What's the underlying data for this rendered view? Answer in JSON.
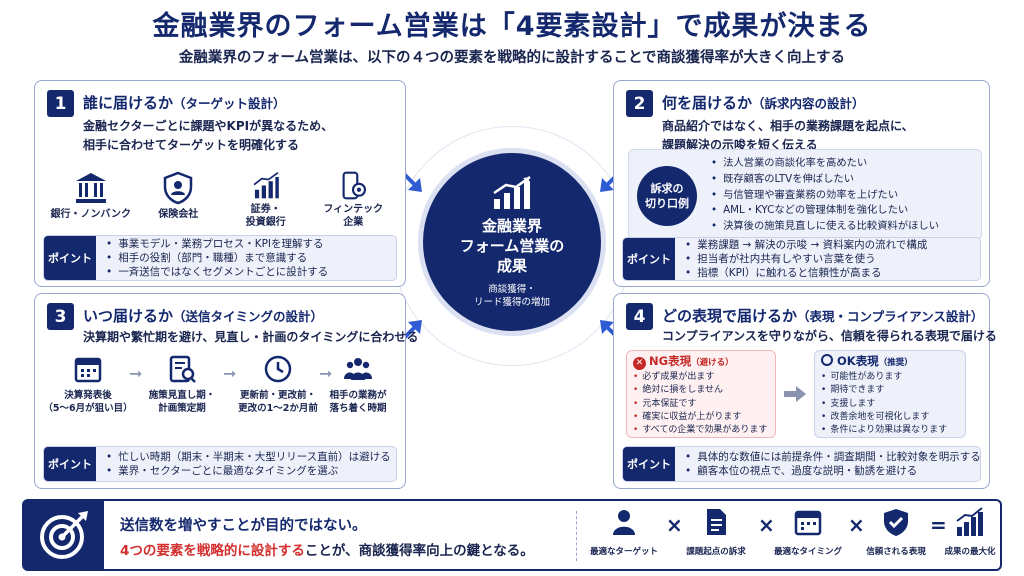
{
  "title": "金融業界のフォーム営業は「4要素設計」で成果が決まる",
  "subtitle": "金融業界のフォーム営業は、以下の４つの要素を戦略的に設計することで商談獲得率が大きく向上する",
  "center": {
    "title_line1": "金融業界",
    "title_line2": "フォーム営業の",
    "title_line3": "成果",
    "sub_line1": "商談獲得・",
    "sub_line2": "リード獲得の増加"
  },
  "point_label": "ポイント",
  "panel1": {
    "num": "1",
    "heading": "誰に届けるか",
    "heading_sub": "（ターゲット設計）",
    "desc_line1": "金融セクターごとに課題やKPIが異なるため、",
    "desc_line2": "相手に合わせてターゲットを明確化する",
    "icons": [
      {
        "icon": "bank-icon",
        "label_line1": "銀行・ノンバンク",
        "label_line2": ""
      },
      {
        "icon": "insurance-shield-icon",
        "label_line1": "保険会社",
        "label_line2": ""
      },
      {
        "icon": "bar-chart-icon",
        "label_line1": "証券・",
        "label_line2": "投資銀行"
      },
      {
        "icon": "fintech-phone-icon",
        "label_line1": "フィンテック",
        "label_line2": "企業"
      }
    ],
    "points": [
      "事業モデル・業務プロセス・KPIを理解する",
      "相手の役割（部門・職種）まで意識する",
      "一斉送信ではなくセグメントごとに設計する"
    ]
  },
  "panel2": {
    "num": "2",
    "heading": "何を届けるか",
    "heading_sub": "（訴求内容の設計）",
    "desc_line1": "商品紹介ではなく、相手の業務課題を起点に、",
    "desc_line2": "課題解決の示唆を短く伝える",
    "appeal_label_line1": "訴求の",
    "appeal_label_line2": "切り口例",
    "appeal_items": [
      "法人営業の商談化率を高めたい",
      "既存顧客のLTVを伸ばしたい",
      "与信管理や審査業務の効率を上げたい",
      "AML・KYCなどの管理体制を強化したい",
      "決算後の施策見直しに使える比較資料がほしい"
    ],
    "points": [
      "業務課題 → 解決の示唆 → 資料案内の流れで構成",
      "担当者が社内共有しやすい言葉を使う",
      "指標（KPI）に触れると信頼性が高まる"
    ]
  },
  "panel3": {
    "num": "3",
    "heading": "いつ届けるか",
    "heading_sub": "（送信タイミングの設計）",
    "desc_line1": "決算期や繁忙期を避け、見直し・計画のタイミングに合わせる",
    "timeline": [
      {
        "icon": "calendar-icon",
        "label_line1": "決算発表後",
        "label_line2": "（5〜6月が狙い目）"
      },
      {
        "icon": "document-search-icon",
        "label_line1": "施策見直し期・",
        "label_line2": "計画策定期"
      },
      {
        "icon": "clock-icon",
        "label_line1": "更新前・更改前・",
        "label_line2": "更改の1〜2か月前"
      },
      {
        "icon": "team-icon",
        "label_line1": "相手の業務が",
        "label_line2": "落ち着く時期"
      }
    ],
    "points": [
      "忙しい時期（期末・半期末・大型リリース直前）は避ける",
      "業界・セクターごとに最適なタイミングを選ぶ"
    ]
  },
  "panel4": {
    "num": "4",
    "heading": "どの表現で届けるか",
    "heading_sub": "（表現・コンプライアンス設計）",
    "desc_line1": "コンプライアンスを守りながら、信頼を得られる表現で届ける",
    "ng_title": "NG表現",
    "ng_tag": "（避ける）",
    "ng_items": [
      "必ず成果が出ます",
      "絶対に損をしません",
      "元本保証です",
      "確実に収益が上がります",
      "すべての企業で効果があります"
    ],
    "ok_title": "OK表現",
    "ok_tag": "（推奨）",
    "ok_items": [
      "可能性があります",
      "期待できます",
      "支援します",
      "改善余地を可視化します",
      "条件により効果は異なります"
    ],
    "points": [
      "具体的な数値には前提条件・調査期間・比較対象を明示する",
      "顧客本位の視点で、過度な説明・勧誘を避ける"
    ]
  },
  "bottom": {
    "line1": "送信数を増やすことが目的ではない。",
    "line2_red": "4つの要素を戦略的に設計する",
    "line2_rest": "ことが、商談獲得率向上の鍵となる。",
    "formula": [
      {
        "icon": "person-icon",
        "label": "最適なターゲット"
      },
      {
        "icon": "document-icon",
        "label": "課題起点の訴求"
      },
      {
        "icon": "calendar-icon",
        "label": "最適なタイミング"
      },
      {
        "icon": "shield-check-icon",
        "label": "信頼される表現"
      },
      {
        "icon": "growth-chart-icon",
        "label": "成果の最大化"
      }
    ],
    "op_times": "×",
    "op_equals": "="
  },
  "colors": {
    "navy": "#14286e",
    "red": "#d32f2f",
    "light": "#eef1f9"
  }
}
